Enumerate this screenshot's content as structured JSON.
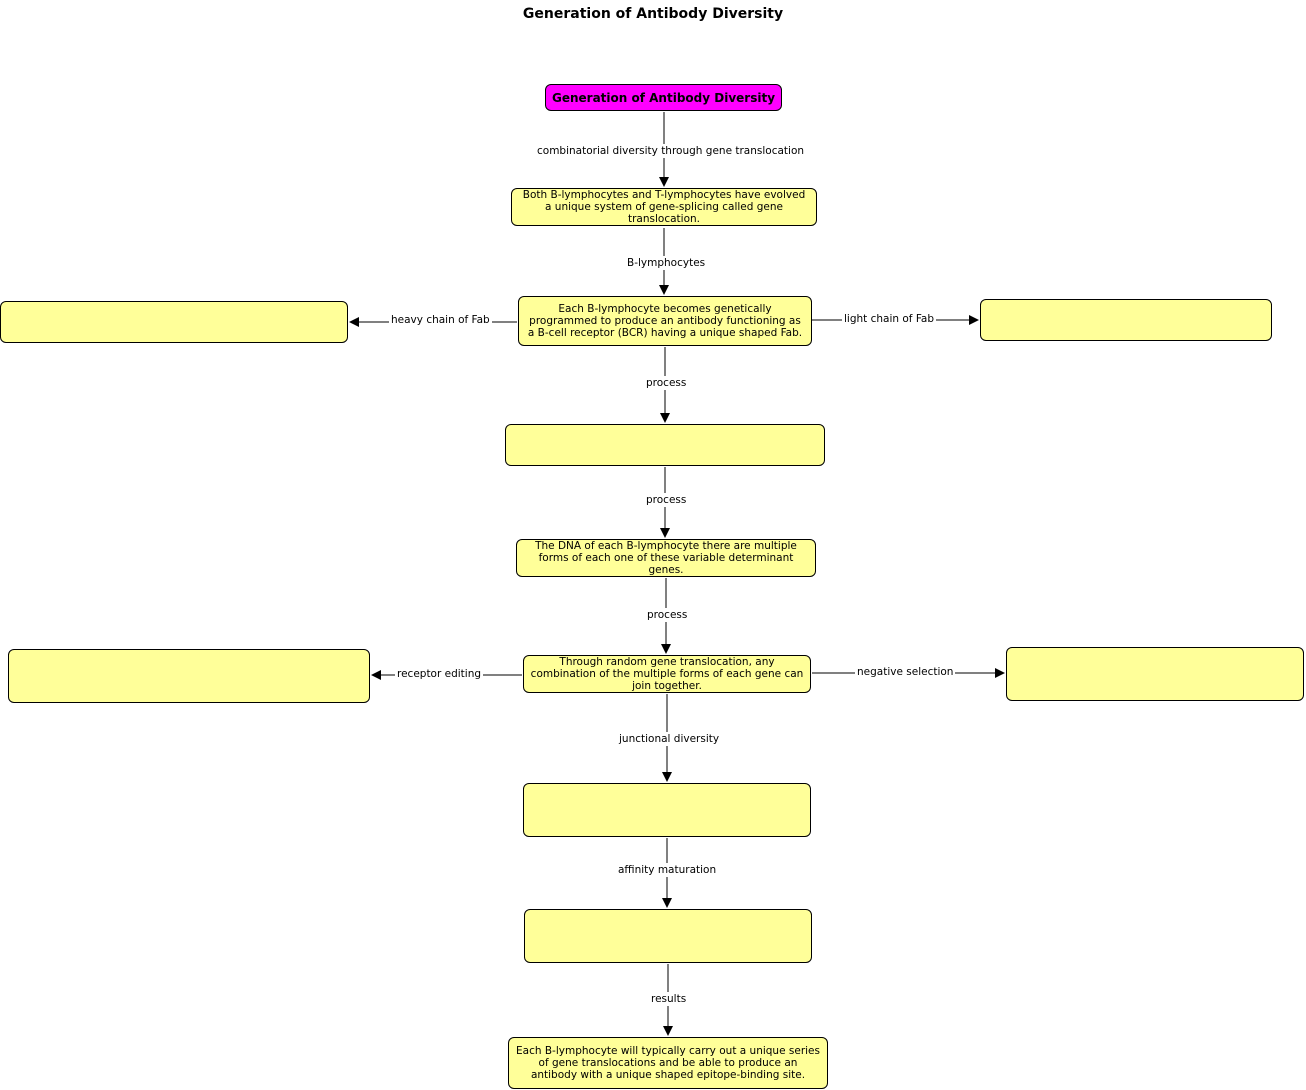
{
  "title": "Generation of Antibody Diversity",
  "nodes": {
    "root": "Generation of Antibody Diversity",
    "gene_translocation": "Both B-lymphocytes and T-lymphocytes have evolved a unique system of gene-splicing called gene translocation.",
    "bcr": "Each B-lymphocyte becomes genetically programmed to produce an antibody functioning as a B-cell receptor (BCR) having a unique shaped Fab.",
    "heavy_chain": "",
    "light_chain": "",
    "process_box": "",
    "dna_forms": "The DNA of each B-lymphocyte there are multiple forms of each one of these variable determinant genes.",
    "random_translocation": "Through random gene translocation, any combination of the multiple forms of each gene can join together.",
    "receptor_editing_box": "",
    "negative_selection_box": "",
    "junctional_box": "",
    "affinity_box": "",
    "result": "Each B-lymphocyte will typically carry out a unique series of gene translocations and be able to produce an antibody with a unique shaped epitope-binding site."
  },
  "edge_labels": {
    "combinatorial": "combinatorial diversity through gene translocation",
    "b_lymphocytes": "B-lymphocytes",
    "heavy_chain": "heavy chain of Fab",
    "light_chain": "light chain of Fab",
    "process_1": "process",
    "process_2": "process",
    "process_3": "process",
    "receptor_editing": "receptor editing",
    "negative_selection": "negative selection",
    "junctional": "junctional diversity",
    "affinity": "affinity maturation",
    "results": "results"
  },
  "colors": {
    "root_fill": "#ff00ff",
    "node_fill": "#ffff99",
    "stroke": "#000000"
  }
}
